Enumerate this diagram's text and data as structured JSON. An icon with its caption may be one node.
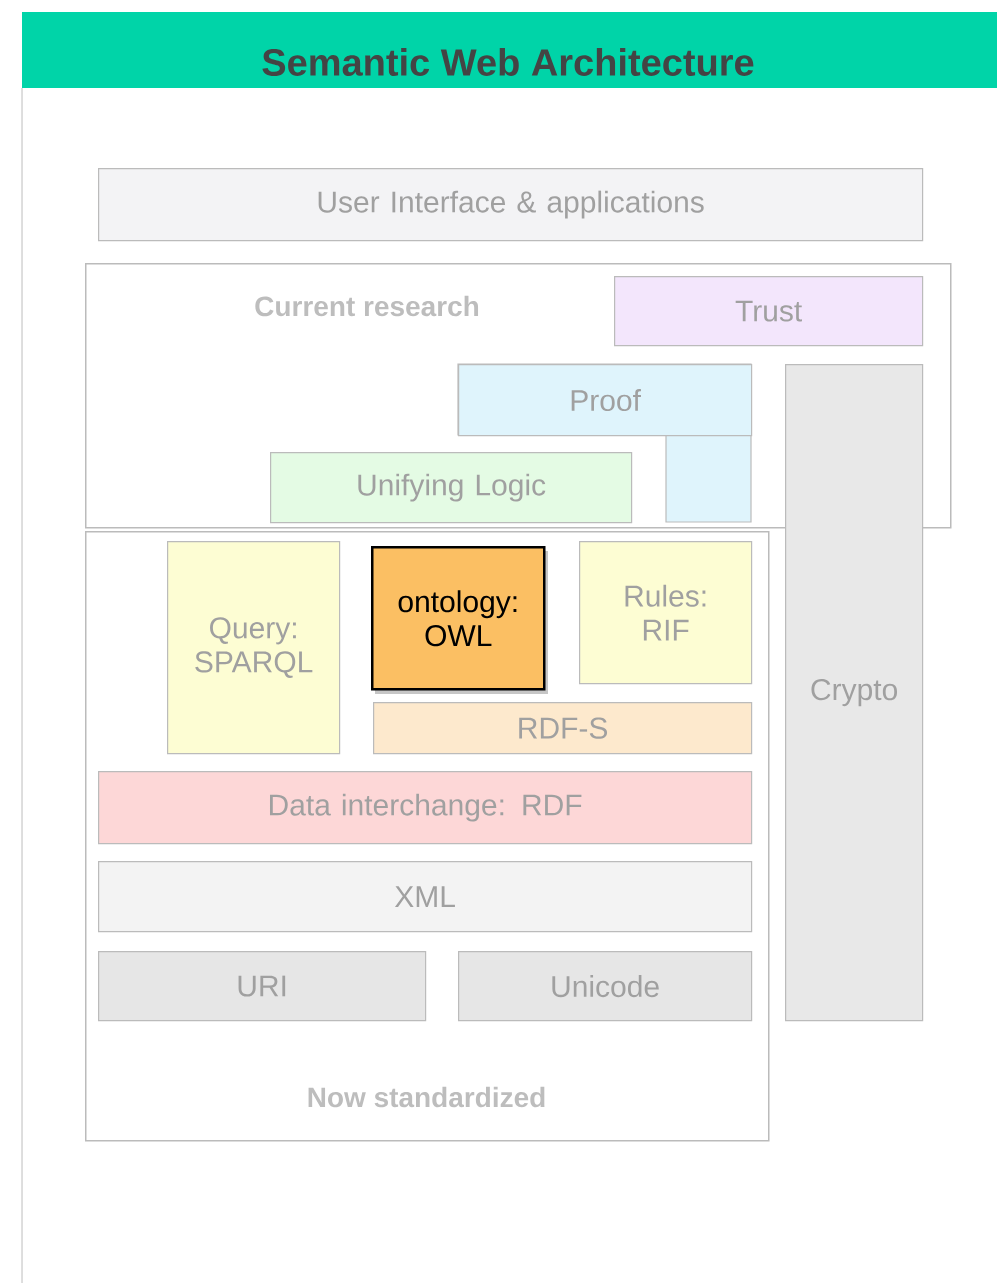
{
  "diagram": {
    "title": "Semantic Web Architecture",
    "nodes": [
      {
        "text": [
          "User Interface & applications"
        ]
      },
      {
        "text": [
          "Current research"
        ]
      },
      {
        "text": [
          "Trust"
        ],
        "in": 1
      },
      {
        "text": [
          "Proof"
        ],
        "in": 1
      },
      {
        "text": [
          "Unifying Logic"
        ],
        "in": 1
      },
      {
        "text": [
          "Now standardized"
        ]
      },
      {
        "text": [
          "Query: SPARQL"
        ],
        "in": 5
      },
      {
        "text": [
          "ontology: OWL"
        ],
        "in": 5
      },
      {
        "text": [
          "Rules: RIF"
        ],
        "in": 5
      },
      {
        "text": [
          "RDF-S"
        ],
        "in": 5
      },
      {
        "text": [
          "Data interchange: RDF"
        ],
        "in": 5
      },
      {
        "text": [
          "XML"
        ],
        "in": 5
      },
      {
        "text": [
          "URI"
        ],
        "in": 5
      },
      {
        "text": [
          "Unicode"
        ],
        "in": 5
      },
      {
        "text": [
          "Crypto"
        ]
      }
    ]
  }
}
